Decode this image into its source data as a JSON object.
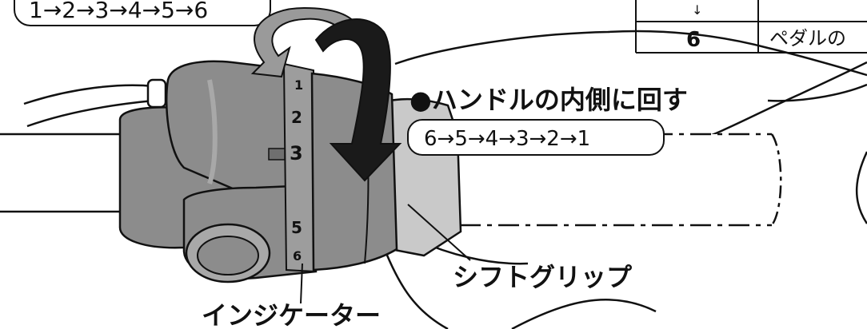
{
  "diagram": {
    "sequence_top": "1→2→3→4→5→6",
    "sequence_inner": "6→5→4→3→2→1",
    "instruction_inner": "●ハンドルの内側に回す",
    "label_shift_grip": "シフトグリップ",
    "label_indicator": "インジケーター",
    "indicator_numbers": [
      "1",
      "2",
      "3",
      "5",
      "6"
    ]
  },
  "table_fragment": {
    "arrow": "↓",
    "gear_number": "6",
    "description": "ペダルの"
  },
  "colors": {
    "shifter_body": "#8c8c8c",
    "shifter_dark": "#6f6f6f",
    "shifter_light": "#a8a8a8",
    "grip_light": "#c9c9c9",
    "arrow_gray": "#9a9a9a",
    "arrow_black": "#1a1a1a",
    "line": "#111111"
  }
}
